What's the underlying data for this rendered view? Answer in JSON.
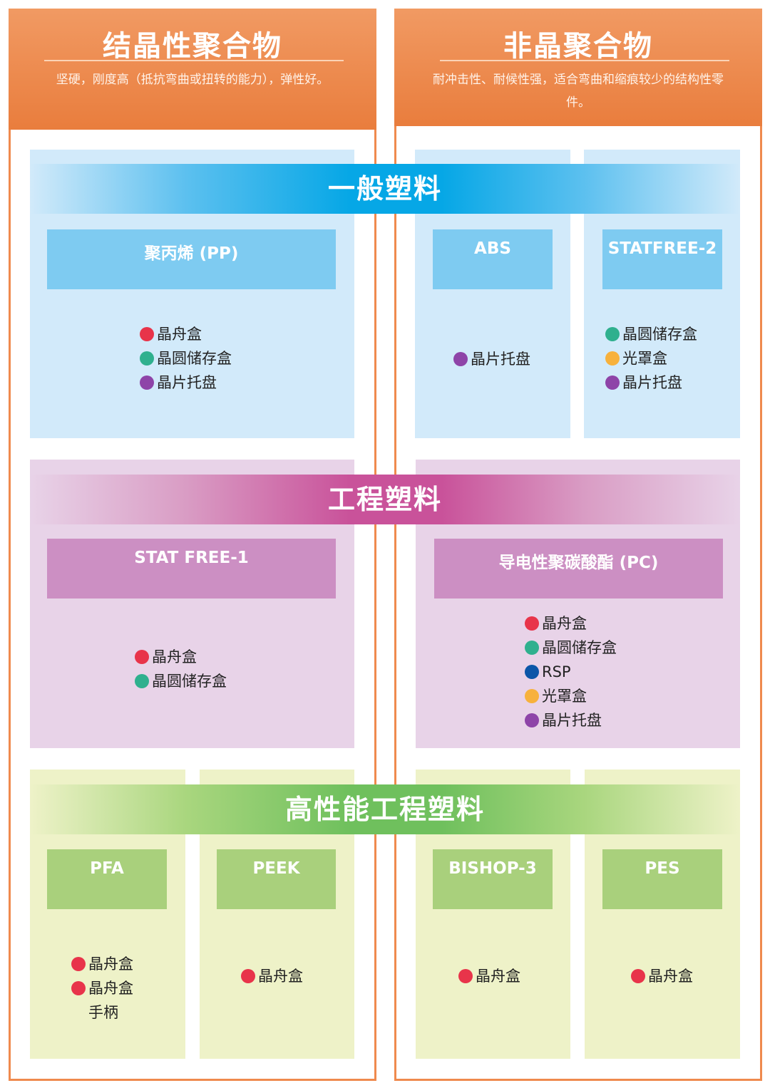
{
  "colors": {
    "red": "#e8344a",
    "teal": "#2fb08e",
    "purple": "#8e44a8",
    "blue": "#0b56a8",
    "orange": "#f7b13c"
  },
  "columns": {
    "crystalline": {
      "title": "结晶性聚合物",
      "subtitle": "坚硬，刚度高（抵抗弯曲或扭转的能力），弹性好。"
    },
    "amorphous": {
      "title": "非晶聚合物",
      "subtitle": "耐冲击性、耐候性强，适合弯曲和缩痕较少的结构性零件。"
    }
  },
  "categories": {
    "general": {
      "title": "一般塑料",
      "materials": {
        "pp": {
          "name": "聚丙烯 (PP)",
          "items": [
            {
              "label": "晶舟盒",
              "color": "red"
            },
            {
              "label": "晶圆储存盒",
              "color": "teal"
            },
            {
              "label": "晶片托盘",
              "color": "purple"
            }
          ]
        },
        "abs": {
          "name": "ABS",
          "items": [
            {
              "label": "晶片托盘",
              "color": "purple"
            }
          ]
        },
        "statfree2": {
          "name": "STATFREE-2",
          "items": [
            {
              "label": "晶圆储存盒",
              "color": "teal"
            },
            {
              "label": "光罩盒",
              "color": "orange"
            },
            {
              "label": "晶片托盘",
              "color": "purple"
            }
          ]
        }
      }
    },
    "engineering": {
      "title": "工程塑料",
      "materials": {
        "statfree1": {
          "name": "STAT FREE-1",
          "items": [
            {
              "label": "晶舟盒",
              "color": "red"
            },
            {
              "label": "晶圆储存盒",
              "color": "teal"
            }
          ]
        },
        "pc": {
          "name": "导电性聚碳酸酯 (PC)",
          "items": [
            {
              "label": "晶舟盒",
              "color": "red"
            },
            {
              "label": "晶圆储存盒",
              "color": "teal"
            },
            {
              "label": "RSP",
              "color": "blue"
            },
            {
              "label": "光罩盒",
              "color": "orange"
            },
            {
              "label": "晶片托盘",
              "color": "purple"
            }
          ]
        }
      }
    },
    "high_performance": {
      "title": "高性能工程塑料",
      "materials": {
        "pfa": {
          "name": "PFA",
          "items": [
            {
              "label": "晶舟盒",
              "color": "red"
            },
            {
              "label": "晶舟盒",
              "color": "red"
            }
          ],
          "continuation": "手柄"
        },
        "peek": {
          "name": "PEEK",
          "items": [
            {
              "label": "晶舟盒",
              "color": "red"
            }
          ]
        },
        "bishop3": {
          "name": "BISHOP-3",
          "items": [
            {
              "label": "晶舟盒",
              "color": "red"
            }
          ]
        },
        "pes": {
          "name": "PES",
          "items": [
            {
              "label": "晶舟盒",
              "color": "red"
            }
          ]
        }
      }
    }
  }
}
